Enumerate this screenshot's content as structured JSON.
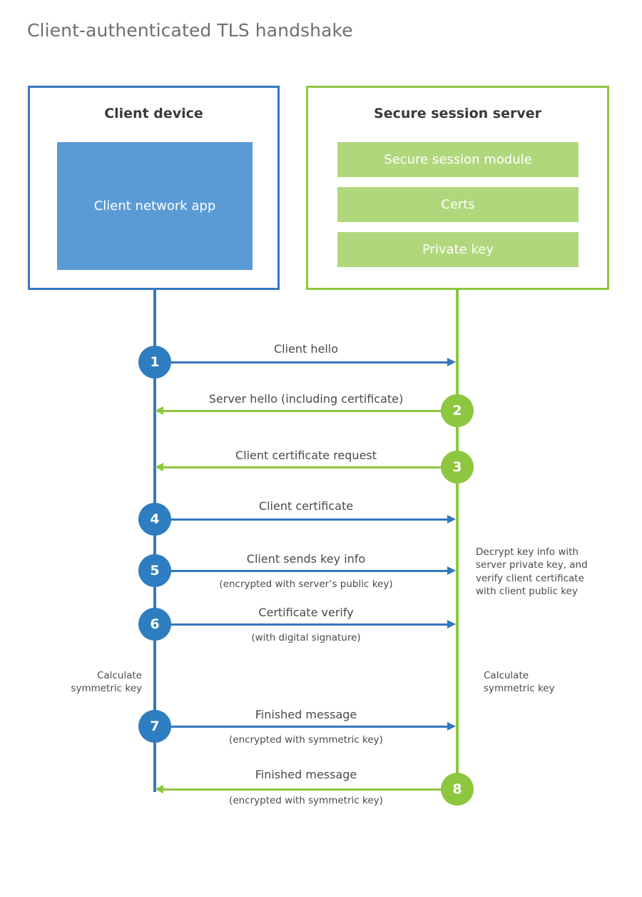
{
  "title": "Client-authenticated TLS handshake",
  "colors": {
    "blue_border": "#3478bc",
    "blue_fill": "#5b9bd5",
    "blue_circle": "#2e7dc0",
    "green_border": "#8dc63f",
    "green_fill": "#b0d77c",
    "green_circle": "#8dc63f",
    "title_text": "#6f6f6f",
    "body_text": "#4a4a4a",
    "heading_text": "#3a3a3a",
    "background": "#ffffff"
  },
  "parties": {
    "client": {
      "title": "Client device",
      "components": [
        {
          "label": "Client network app"
        }
      ]
    },
    "server": {
      "title": "Secure session server",
      "components": [
        {
          "label": "Secure session module"
        },
        {
          "label": "Certs"
        },
        {
          "label": "Private key"
        }
      ]
    }
  },
  "steps": [
    {
      "number": "1",
      "label": "Client hello",
      "sublabel": "",
      "direction": "client-to-server",
      "side": "client"
    },
    {
      "number": "2",
      "label": "Server hello (including certificate)",
      "sublabel": "",
      "direction": "server-to-client",
      "side": "server"
    },
    {
      "number": "3",
      "label": "Client certificate request",
      "sublabel": "",
      "direction": "server-to-client",
      "side": "server"
    },
    {
      "number": "4",
      "label": "Client certificate",
      "sublabel": "",
      "direction": "client-to-server",
      "side": "client"
    },
    {
      "number": "5",
      "label": "Client sends key info",
      "sublabel": "(encrypted with server’s public key)",
      "direction": "client-to-server",
      "side": "client"
    },
    {
      "number": "6",
      "label": "Certificate verify",
      "sublabel": "(with digital signature)",
      "direction": "client-to-server",
      "side": "client"
    },
    {
      "number": "7",
      "label": "Finished message",
      "sublabel": "(encrypted with symmetric key)",
      "direction": "client-to-server",
      "side": "client"
    },
    {
      "number": "8",
      "label": "Finished message",
      "sublabel": "(encrypted with symmetric key)",
      "direction": "server-to-client",
      "side": "server"
    }
  ],
  "annotations": {
    "server_decrypt": "Decrypt key info with server private key, and verify client certificate with client public key",
    "client_calculate": "Calculate symmetric key",
    "server_calculate": "Calculate symmetric key"
  }
}
